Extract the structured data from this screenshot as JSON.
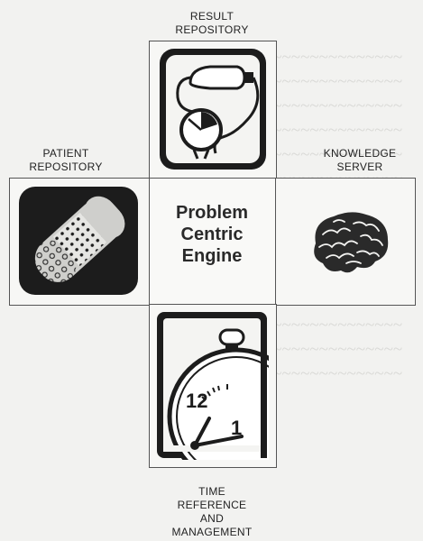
{
  "labels": {
    "result": [
      "RESULT",
      "REPOSITORY"
    ],
    "patient": [
      "PATIENT",
      "REPOSITORY"
    ],
    "knowledge": [
      "KNOWLEDGE",
      "SERVER"
    ],
    "time": [
      "TIME",
      "REFERENCE",
      "AND",
      "MANAGEMENT"
    ]
  },
  "center": [
    "Problem",
    "Centric",
    "Engine"
  ],
  "icons": {
    "result": "blood-pressure-gauge-icon",
    "patient": "bandage-icon",
    "knowledge": "brain-icon",
    "time": "stopwatch-icon"
  },
  "colors": {
    "icon_dark": "#1c1c1c",
    "border": "#555555",
    "background": "#f2f2f0"
  }
}
